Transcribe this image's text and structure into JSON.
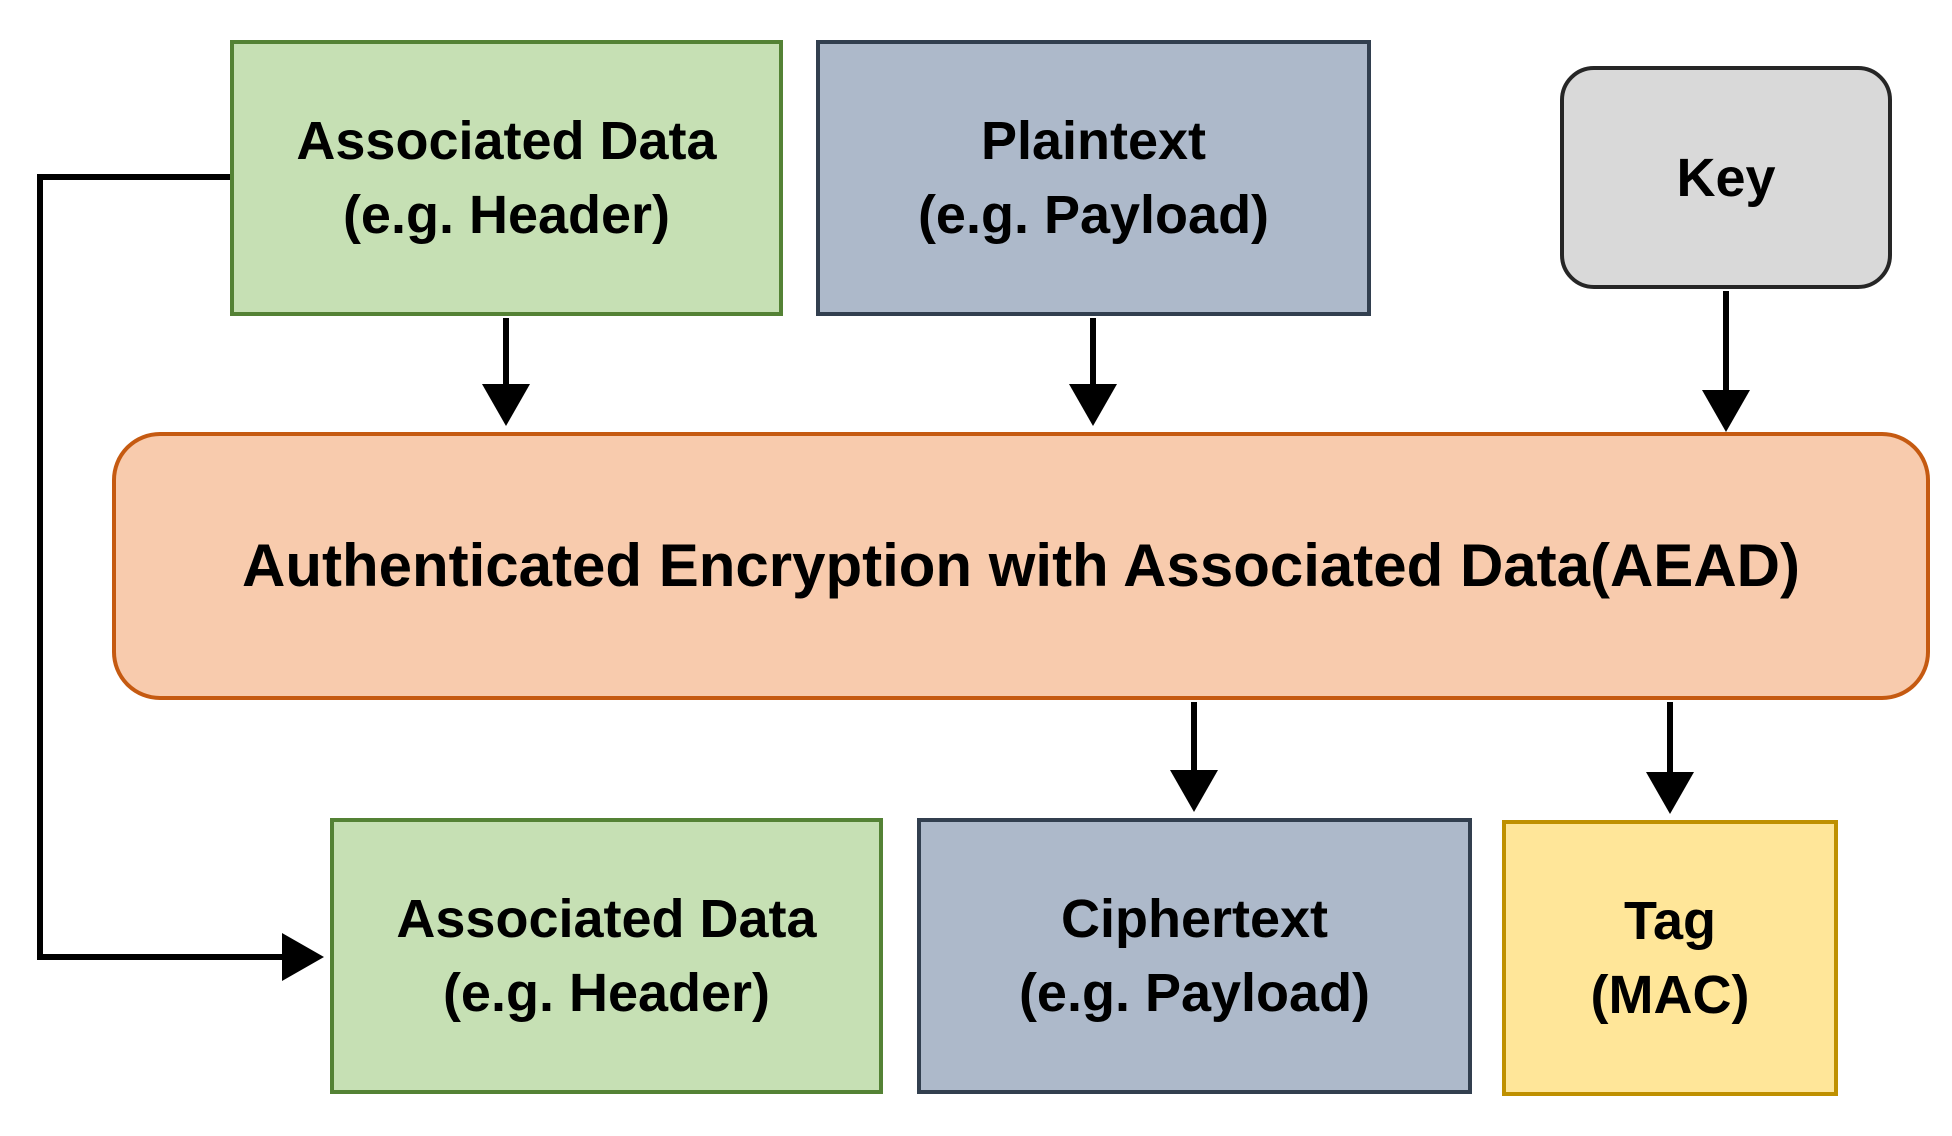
{
  "inputs": {
    "associated_data": {
      "line1": "Associated Data",
      "line2": "(e.g. Header)"
    },
    "plaintext": {
      "line1": "Plaintext",
      "line2": "(e.g. Payload)"
    },
    "key": {
      "line1": "Key"
    }
  },
  "process": {
    "label": "Authenticated Encryption with Associated Data(AEAD)"
  },
  "outputs": {
    "associated_data": {
      "line1": "Associated Data",
      "line2": "(e.g. Header)"
    },
    "ciphertext": {
      "line1": "Ciphertext",
      "line2": "(e.g. Payload)"
    },
    "tag": {
      "line1": "Tag",
      "line2": "(MAC)"
    }
  },
  "colors": {
    "associated_data_fill": "#c6e0b4",
    "associated_data_border": "#548235",
    "payload_fill": "#adb9ca",
    "payload_border": "#323f4f",
    "key_fill": "#d9d9d9",
    "aead_fill": "#f8cbad",
    "aead_border": "#c55a11",
    "tag_fill": "#ffe699",
    "tag_border": "#bf9000",
    "arrow": "#000000"
  }
}
